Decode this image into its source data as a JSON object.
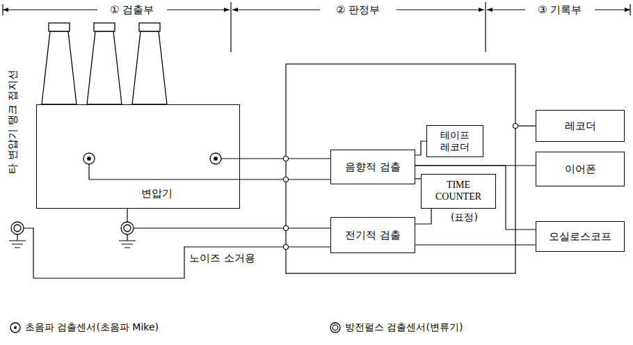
{
  "diagram": {
    "nodes": [
      {
        "text": [
          "변압기"
        ]
      },
      {
        "text": [
          "음향적 검출"
        ]
      },
      {
        "text": [
          "테이프 레코더"
        ]
      },
      {
        "text": [
          "TIME COUNTER"
        ]
      },
      {
        "text": [
          "전기적 검출"
        ]
      },
      {
        "text": [
          "레코더"
        ]
      },
      {
        "text": [
          "이어폰"
        ]
      },
      {
        "text": [
          "오실로스코프"
        ]
      }
    ],
    "edges": [
      {
        "from": 1,
        "to": 2,
        "arrow": "none"
      },
      {
        "from": 1,
        "to": 3,
        "arrow": "none"
      },
      {
        "from": 4,
        "to": 3,
        "arrow": "none"
      },
      {
        "from": 1,
        "to": 6,
        "arrow": "none"
      },
      {
        "from": 1,
        "to": 7,
        "arrow": "none"
      },
      {
        "from": 4,
        "to": 7,
        "arrow": "none"
      }
    ],
    "labels": [
      "① 검출부",
      "② 판정부",
      "③ 기록부",
      "타 변압기 탱크 접지선",
      "(표정)",
      "노이즈 소거용"
    ],
    "legend": [
      {
        "text": "초음파 검출센서(초음파 Mike)"
      },
      {
        "text": "방전펄스 검출센서(변류기)"
      }
    ]
  }
}
